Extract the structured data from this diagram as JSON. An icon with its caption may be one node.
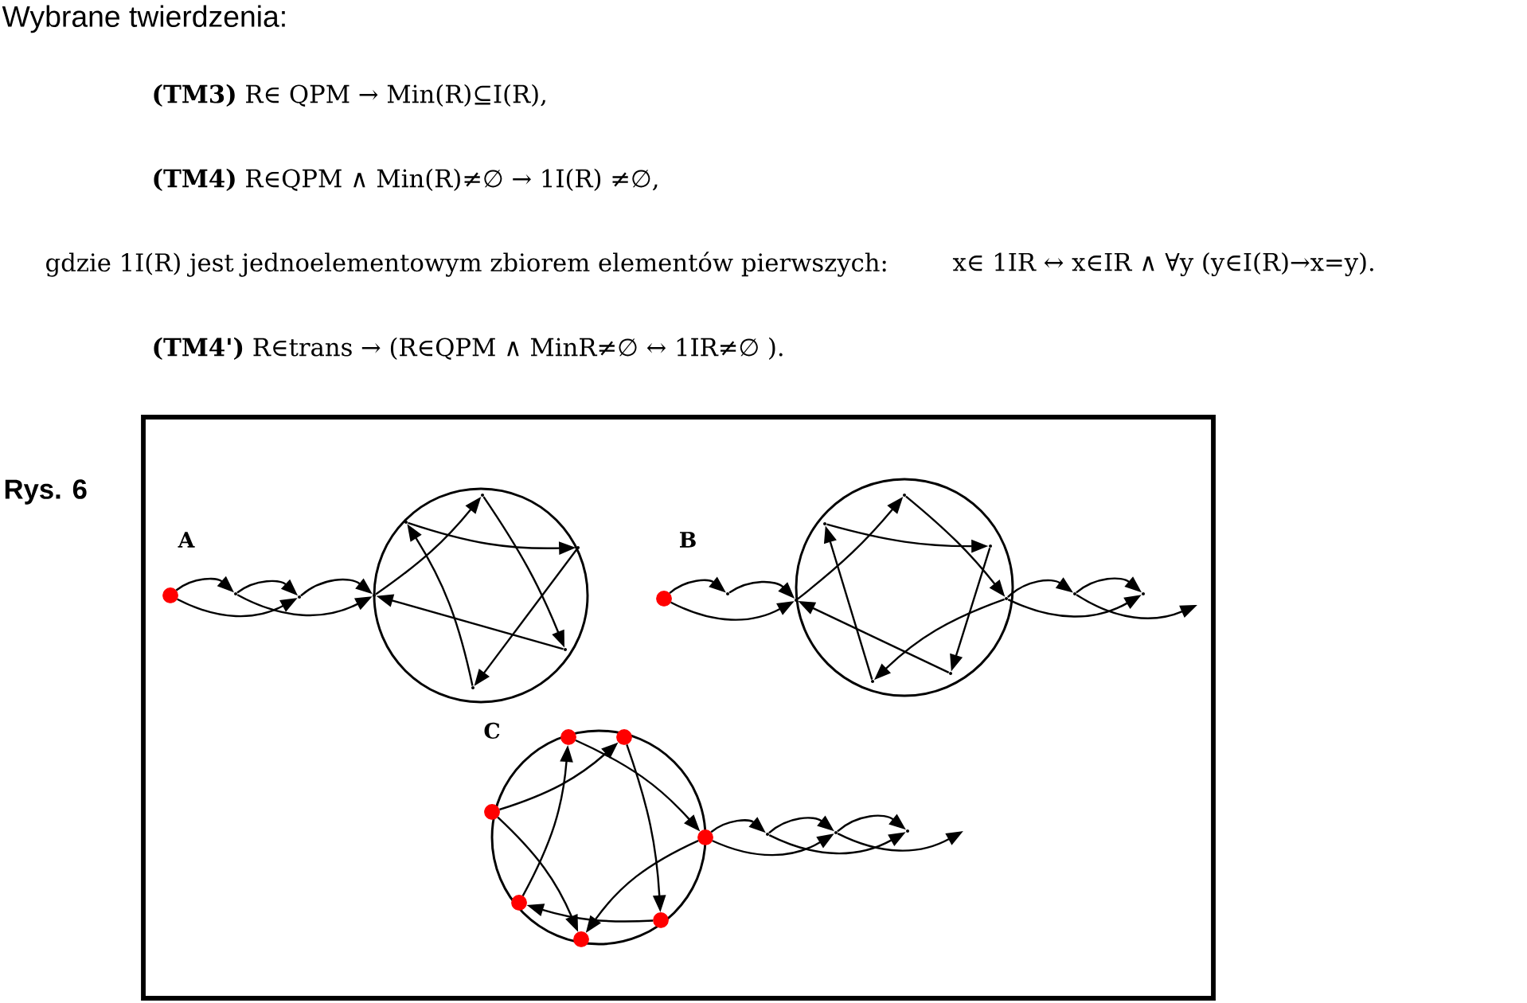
{
  "diagram": {
    "title": "Wybrane twierdzenia:",
    "nodes": [
      {
        "text": [],
        "shape": "dot"
      },
      {
        "text": [],
        "shape": "point"
      },
      {
        "text": [],
        "shape": "point"
      },
      {
        "text": [],
        "shape": "point"
      },
      {
        "text": [],
        "shape": "point"
      },
      {
        "text": [],
        "shape": "point"
      },
      {
        "text": [],
        "shape": "point"
      },
      {
        "text": [],
        "shape": "point"
      },
      {
        "text": [],
        "shape": "point"
      },
      {
        "text": [],
        "shape": "dot"
      },
      {
        "text": [],
        "shape": "point"
      },
      {
        "text": [],
        "shape": "point"
      },
      {
        "text": [],
        "shape": "point"
      },
      {
        "text": [],
        "shape": "point"
      },
      {
        "text": [],
        "shape": "point"
      },
      {
        "text": [],
        "shape": "point"
      },
      {
        "text": [],
        "shape": "point"
      },
      {
        "text": [],
        "shape": "point"
      },
      {
        "text": [],
        "shape": "point"
      },
      {
        "text": [],
        "shape": "point"
      },
      {
        "text": [],
        "shape": "dot"
      },
      {
        "text": [],
        "shape": "dot"
      },
      {
        "text": [],
        "shape": "dot"
      },
      {
        "text": [],
        "shape": "dot"
      },
      {
        "text": [],
        "shape": "dot"
      },
      {
        "text": [],
        "shape": "dot"
      },
      {
        "text": [],
        "shape": "dot"
      },
      {
        "text": [],
        "shape": "point"
      },
      {
        "text": [],
        "shape": "point"
      },
      {
        "text": [],
        "shape": "point"
      }
    ],
    "edges": [
      {
        "from": 0,
        "to": 1,
        "arrow": "to"
      },
      {
        "from": 0,
        "to": 2,
        "arrow": "to"
      },
      {
        "from": 1,
        "to": 2,
        "arrow": "to"
      },
      {
        "from": 1,
        "to": 3,
        "arrow": "to"
      },
      {
        "from": 2,
        "to": 3,
        "arrow": "to"
      },
      {
        "from": 3,
        "to": 5,
        "arrow": "to"
      },
      {
        "from": 5,
        "to": 7,
        "arrow": "to"
      },
      {
        "from": 7,
        "to": 3,
        "arrow": "to"
      },
      {
        "from": 4,
        "to": 6,
        "arrow": "to"
      },
      {
        "from": 6,
        "to": 8,
        "arrow": "to"
      },
      {
        "from": 8,
        "to": 4,
        "arrow": "to"
      },
      {
        "from": 9,
        "to": 10,
        "arrow": "to"
      },
      {
        "from": 9,
        "to": 11,
        "arrow": "to"
      },
      {
        "from": 10,
        "to": 11,
        "arrow": "to"
      },
      {
        "from": 11,
        "to": 13,
        "arrow": "to"
      },
      {
        "from": 13,
        "to": 15,
        "arrow": "to"
      },
      {
        "from": 15,
        "to": 17,
        "arrow": "to"
      },
      {
        "from": 17,
        "to": 12,
        "arrow": "to"
      },
      {
        "from": 12,
        "to": 14,
        "arrow": "to"
      },
      {
        "from": 14,
        "to": 16,
        "arrow": "to"
      },
      {
        "from": 16,
        "to": 11,
        "arrow": "to"
      },
      {
        "from": 15,
        "to": 18,
        "arrow": "to"
      },
      {
        "from": 15,
        "to": 19,
        "arrow": "to"
      },
      {
        "from": 18,
        "to": 19,
        "arrow": "to"
      },
      {
        "from": 18,
        "to": null,
        "arrow": "to"
      },
      {
        "from": 22,
        "to": 21,
        "arrow": "to"
      },
      {
        "from": 24,
        "to": 20,
        "arrow": "to"
      },
      {
        "from": 20,
        "to": 23,
        "arrow": "to"
      },
      {
        "from": 21,
        "to": 25,
        "arrow": "to"
      },
      {
        "from": 22,
        "to": 26,
        "arrow": "to"
      },
      {
        "from": 25,
        "to": 24,
        "arrow": "to"
      },
      {
        "from": 23,
        "to": 26,
        "arrow": "to"
      },
      {
        "from": 23,
        "to": 27,
        "arrow": "to"
      },
      {
        "from": 23,
        "to": 28,
        "arrow": "to"
      },
      {
        "from": 27,
        "to": 28,
        "arrow": "to"
      },
      {
        "from": 27,
        "to": 29,
        "arrow": "to"
      },
      {
        "from": 28,
        "to": 29,
        "arrow": "to"
      },
      {
        "from": 28,
        "to": null,
        "arrow": "to"
      }
    ],
    "labels": [
      "**(TM3)** R∈ QPM → Min(R)⊆I(R),",
      "**(TM4)** R∈QPM ∧ Min(R)≠∅ → 1I(R) ≠∅,",
      "gdzie 1I(R) jest jednoelementowym zbiorem elementów pierwszych:",
      "x∈ 1IR ↔ x∈IR ∧ ∀y (y∈I(R)→x=y).",
      "**(TM4')** R∈trans → (R∈QPM ∧ MinR≠∅ ↔ 1IR≠∅ ).",
      "Rys. 6",
      "A",
      "B",
      "C"
    ]
  }
}
